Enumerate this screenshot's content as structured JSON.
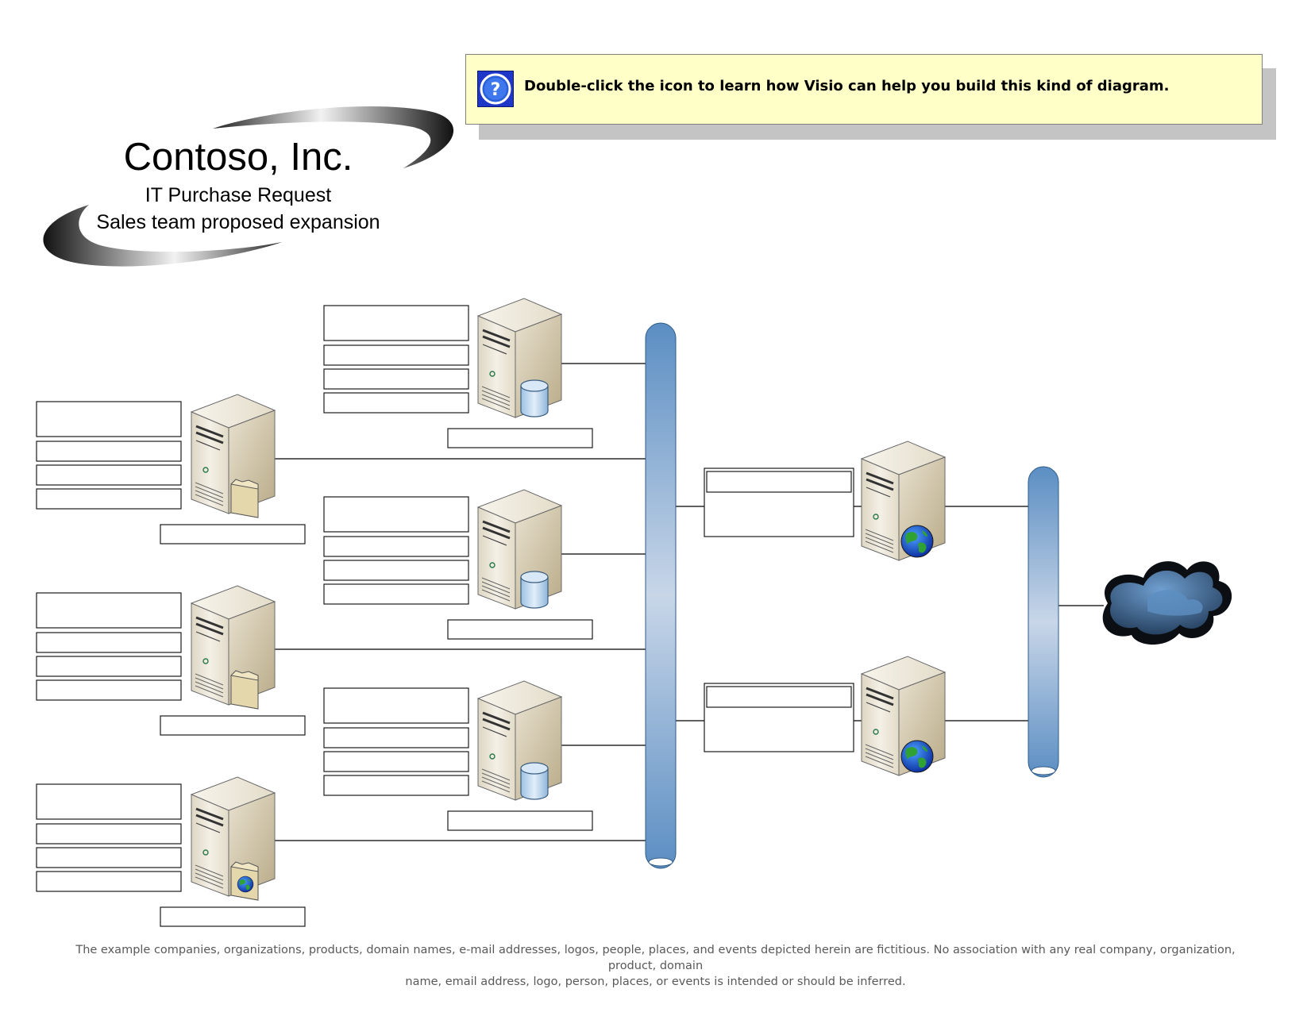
{
  "help": {
    "text": "Double-click the icon to learn how Visio can help you build this kind of diagram.",
    "icon": "question-help-icon"
  },
  "title": {
    "company": "Contoso, Inc.",
    "subtitle": "IT Purchase Request",
    "description": "Sales team proposed expansion"
  },
  "footer": {
    "line1": "The example companies, organizations, products, domain names, e-mail addresses, logos, people, places, and events depicted herein are fictitious. No association with any real company, organization, product, domain",
    "line2": "name, email address, logo, person, places, or events is intended or should be inferred."
  },
  "diagram": {
    "left_servers": [
      {
        "kind": "file-server",
        "label_fields": [
          "",
          "",
          "",
          ""
        ],
        "caption": ""
      },
      {
        "kind": "file-server",
        "label_fields": [
          "",
          "",
          "",
          ""
        ],
        "caption": ""
      },
      {
        "kind": "web-file-server",
        "label_fields": [
          "",
          "",
          "",
          ""
        ],
        "caption": ""
      }
    ],
    "middle_servers": [
      {
        "kind": "database-server",
        "label_fields": [
          "",
          "",
          "",
          ""
        ],
        "caption": ""
      },
      {
        "kind": "database-server",
        "label_fields": [
          "",
          "",
          "",
          ""
        ],
        "caption": ""
      },
      {
        "kind": "database-server",
        "label_fields": [
          "",
          "",
          "",
          ""
        ],
        "caption": ""
      }
    ],
    "right_servers": [
      {
        "kind": "web-server",
        "label_fields": [
          "",
          ""
        ]
      },
      {
        "kind": "web-server",
        "label_fields": [
          "",
          ""
        ]
      }
    ],
    "buses": [
      "ethernet-backbone",
      "ethernet-backbone"
    ],
    "network": "internet-cloud",
    "colors": {
      "bus": "#5b8ec3",
      "bus_light": "#c8d6e8",
      "server_front": "#e6e0cf",
      "server_side": "#c9bea0",
      "help_background": "#ffffc8",
      "cloud": "#3f6f9e"
    }
  }
}
